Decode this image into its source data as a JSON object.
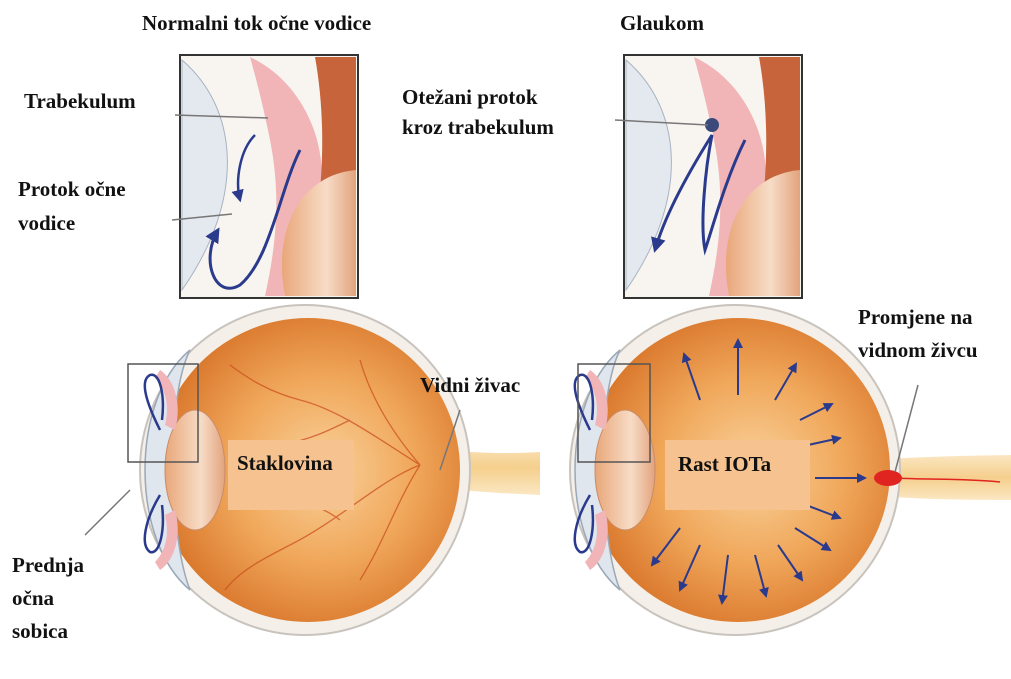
{
  "left": {
    "title": "Normalni tok očne vodice",
    "trabeculum_label": "Trabekulum",
    "flow_label_line1": "Protok očne",
    "flow_label_line2": "vodice",
    "optic_nerve_label": "Vidni živac",
    "center_label": "Staklovina",
    "chamber_line1": "Prednja",
    "chamber_line2": "očna",
    "chamber_line3": "sobica"
  },
  "right": {
    "title": "Glaukom",
    "obstructed_line1": "Otežani protok",
    "obstructed_line2": "kroz trabekulum",
    "nerve_change_line1": "Promjene na",
    "nerve_change_line2": "vidnom živcu",
    "center_label": "Rast IOTa"
  },
  "colors": {
    "eye_orange": "#e8913f",
    "eye_light": "#f6c38a",
    "arrow_blue": "#2a3a8c",
    "pink_tissue": "#f1b5b8",
    "nerve_yellow": "#f7d9a0",
    "sclera": "#f4f0ec"
  }
}
